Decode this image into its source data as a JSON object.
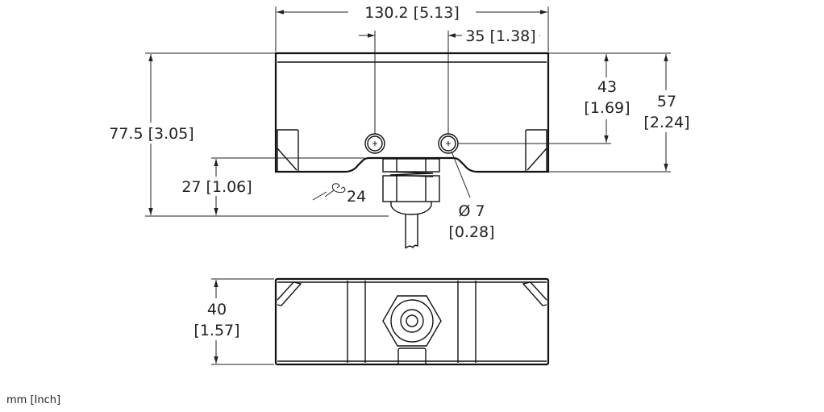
{
  "dimensions": {
    "overall_width": "130.2 [5.13]",
    "hole_spacing": "35 [1.38]",
    "overall_height": "77.5 [3.05]",
    "gland_height": "27 [1.06]",
    "hole_height_mm": "43",
    "hole_height_in": "[1.69]",
    "body_height_mm": "57",
    "body_height_in": "[2.24]",
    "wrench_size": "24",
    "hole_diameter_mm": "Ø 7",
    "hole_diameter_in": "[0.28]",
    "depth_mm": "40",
    "depth_in": "[1.57]"
  },
  "units_note": "mm [Inch]",
  "icons": {
    "wrench": "wrench-icon"
  }
}
